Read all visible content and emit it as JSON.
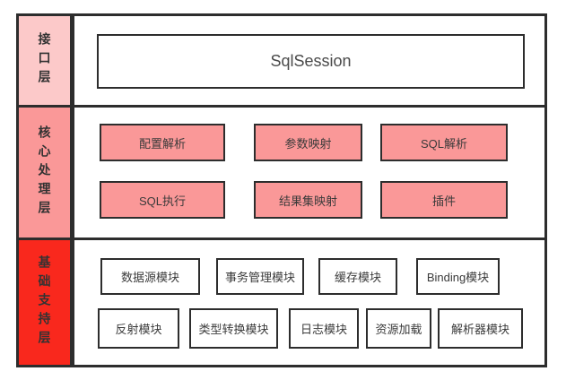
{
  "colors": {
    "interface_layer_bg": "#fcc9c9",
    "core_layer_bg": "#fa9898",
    "support_layer_bg": "#f9281d",
    "box_border": "#2d2d2d",
    "text": "#3a3a3a",
    "white_box_bg": "#ffffff"
  },
  "interface_layer": {
    "label": "接口层",
    "box": "SqlSession"
  },
  "core_layer": {
    "label": "核心处理层",
    "row1": [
      "配置解析",
      "参数映射",
      "SQL解析"
    ],
    "row2": [
      "SQL执行",
      "结果集映射",
      "插件"
    ]
  },
  "support_layer": {
    "label": "基础支持层",
    "row1": [
      "数据源模块",
      "事务管理模块",
      "缓存模块",
      "Binding模块"
    ],
    "row2": [
      "反射模块",
      "类型转换模块",
      "日志模块",
      "资源加载",
      "解析器模块"
    ]
  }
}
